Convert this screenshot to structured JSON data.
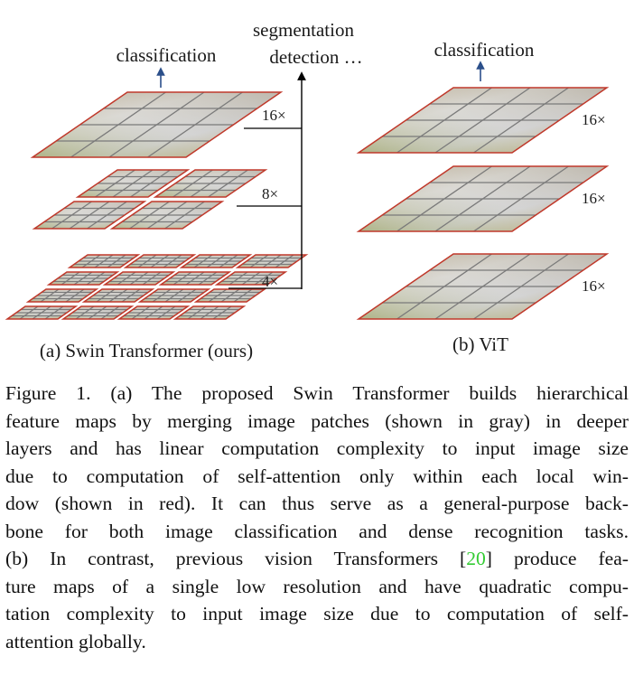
{
  "figure": {
    "labels": {
      "swin_top": "classification",
      "seg_line1": "segmentation",
      "seg_line2": "detection …",
      "vit_top": "classification",
      "swin_scale_16": "16×",
      "swin_scale_8": "8×",
      "swin_scale_4": "4×",
      "vit_scale_1": "16×",
      "vit_scale_2": "16×",
      "vit_scale_3": "16×",
      "swin_subcaption": "(a) Swin Transformer (ours)",
      "vit_subcaption": "(b) ViT"
    },
    "colors": {
      "window_border": "#c0392b",
      "patch_grid": "#7a7a7a",
      "arrow_blue": "#2b4f8a",
      "arrow_black": "#000000",
      "citation_green": "#33cc33"
    }
  },
  "caption": {
    "lines": [
      "Figure 1. (a) The proposed Swin Transformer builds hierarchical",
      "feature maps by merging image patches (shown in gray) in deeper",
      "layers and has linear computation complexity to input image size",
      "due to computation of self-attention only within each local win-",
      "dow (shown in red). It can thus serve as a general-purpose back-",
      "bone for both image classification and dense recognition tasks.",
      "(b) In contrast, previous vision Transformers ",
      "ture maps of a single low resolution and have quadratic compu-",
      "tation complexity to input image size due to computation of self-",
      "attention globally."
    ],
    "line7_open": "[",
    "citation": "20",
    "line7_close": "] produce fea-"
  }
}
